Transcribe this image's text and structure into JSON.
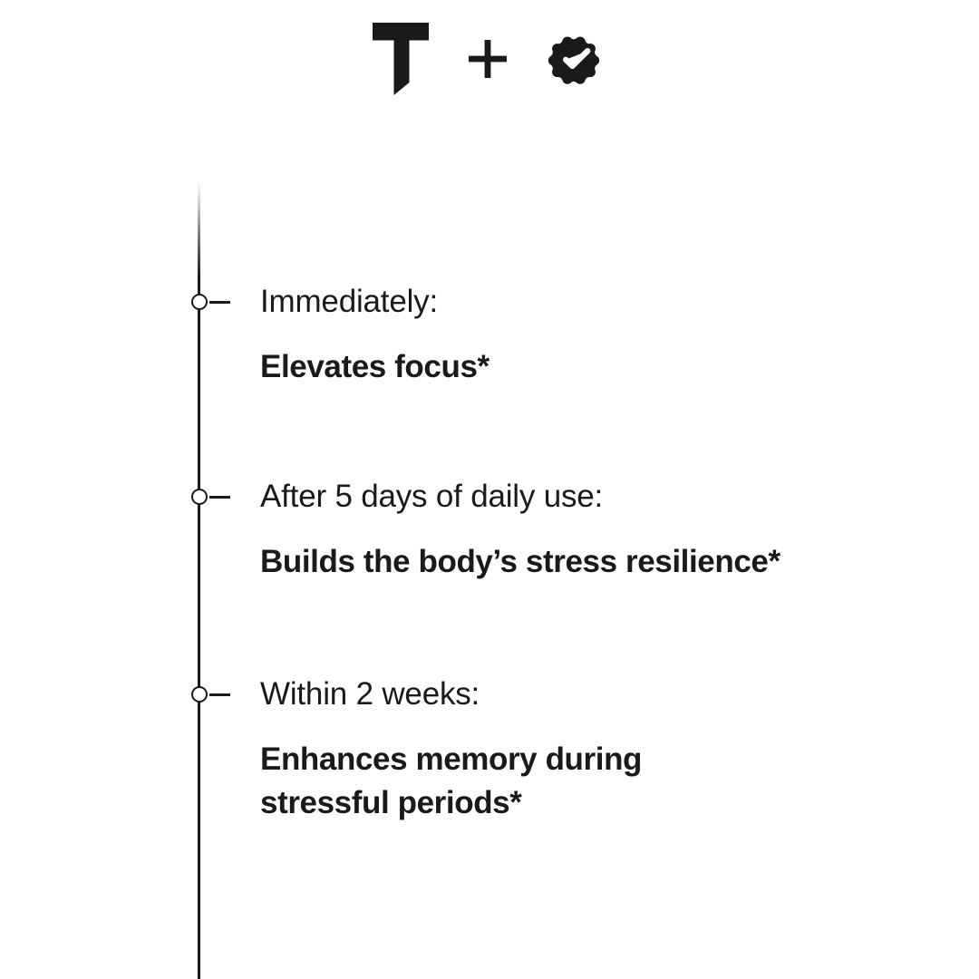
{
  "background_color": "#ffffff",
  "text_color": "#1a1a1a",
  "header": {
    "brand_icon": "brand-t-logo-icon",
    "combiner_icon": "plus-icon",
    "badge_icon": "verified-check-badge-icon"
  },
  "timeline": {
    "axis_color": "#1a1a1a",
    "marker_icon": "timeline-node-ring-icon",
    "entries": [
      {
        "label": "Immediately:",
        "benefit": "Elevates focus*"
      },
      {
        "label": "After 5 days of daily use:",
        "benefit": "Builds the body’s stress resilience*"
      },
      {
        "label": "Within 2 weeks:",
        "benefit": "Enhances memory during stressful periods*"
      }
    ]
  }
}
